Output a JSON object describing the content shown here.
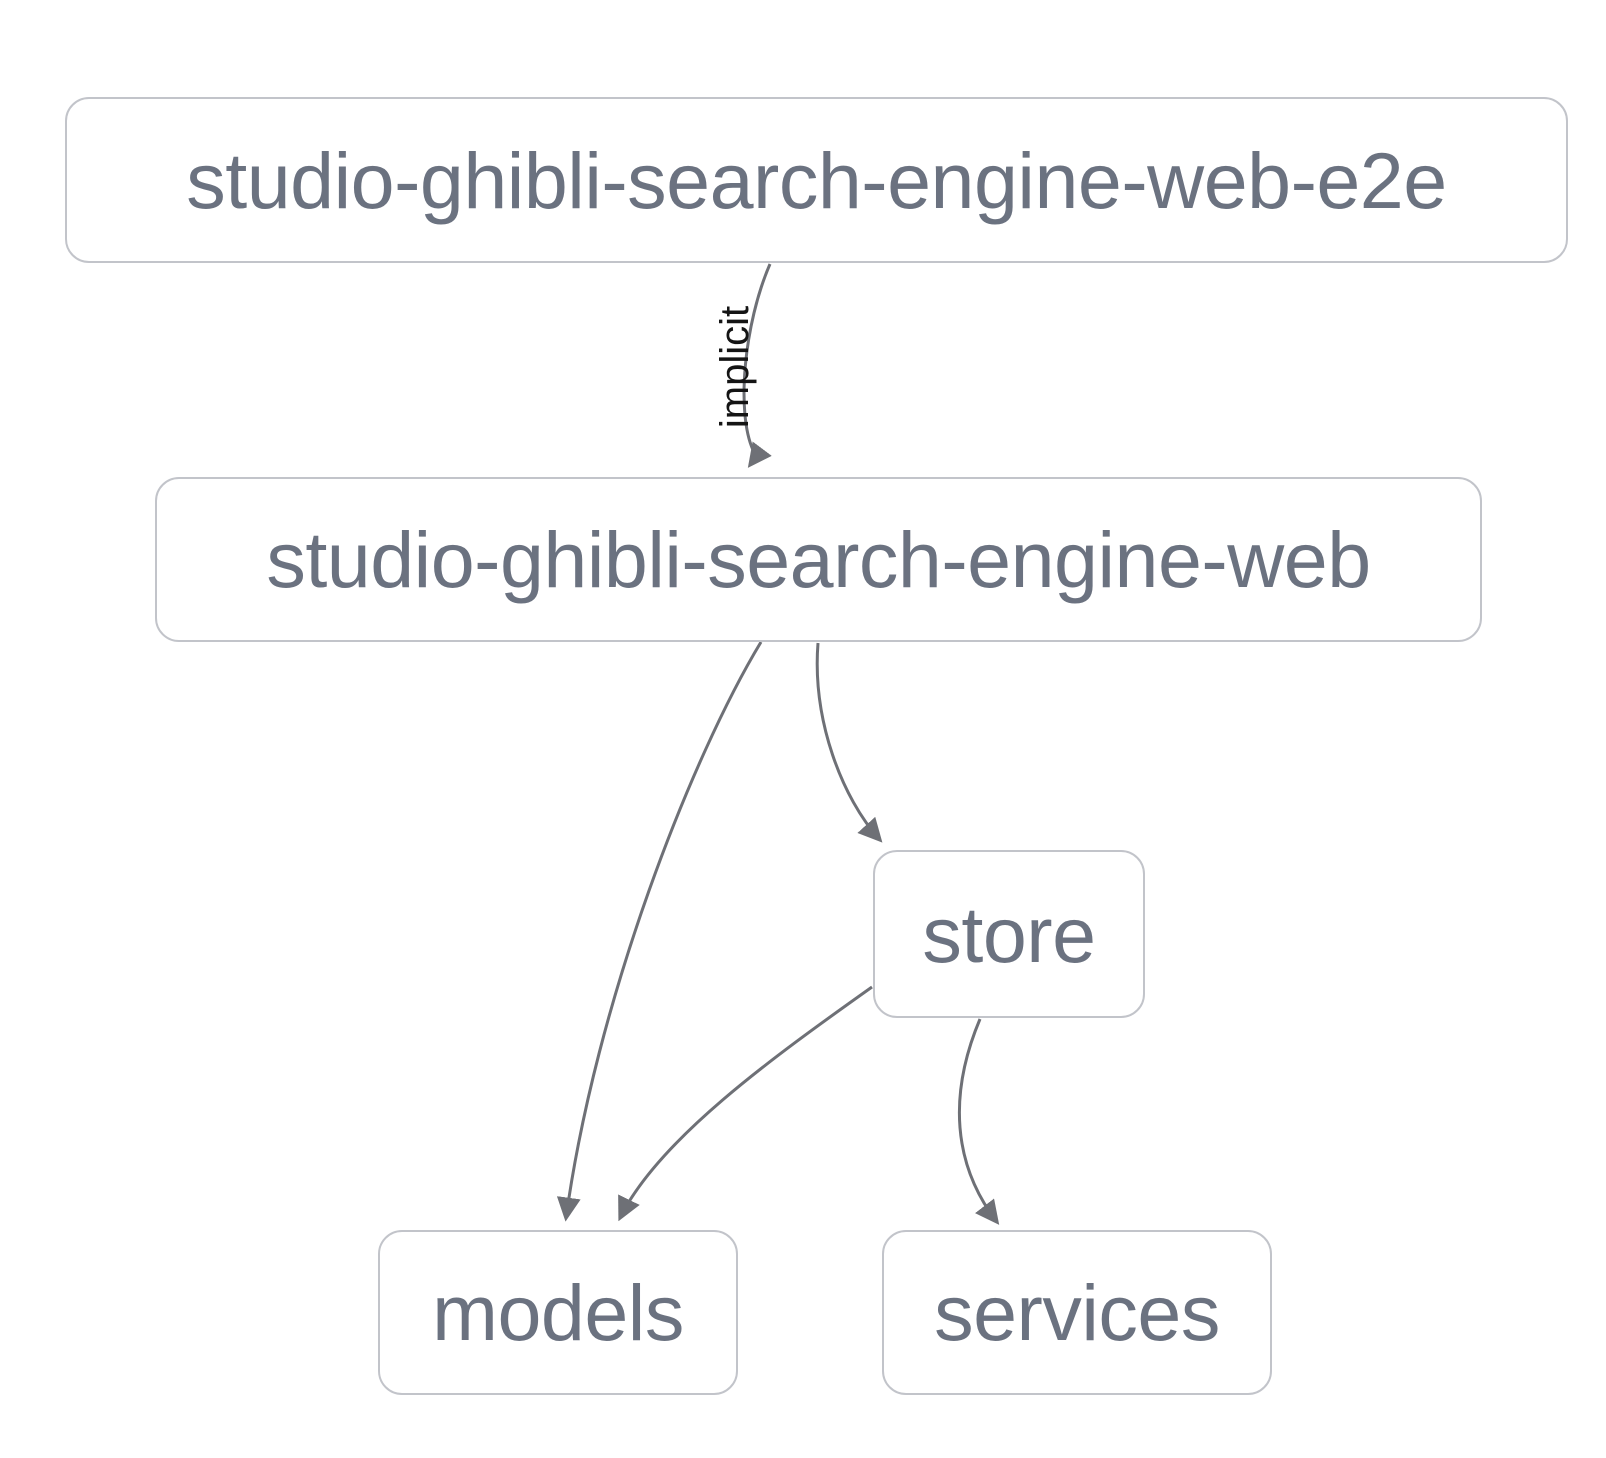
{
  "diagram": {
    "type": "dependency-graph",
    "nodes": [
      {
        "id": "e2e",
        "label": "studio-ghibli-search-engine-web-e2e"
      },
      {
        "id": "web",
        "label": "studio-ghibli-search-engine-web"
      },
      {
        "id": "store",
        "label": "store"
      },
      {
        "id": "models",
        "label": "models"
      },
      {
        "id": "services",
        "label": "services"
      }
    ],
    "edges": [
      {
        "from": "studio-ghibli-search-engine-web-e2e",
        "to": "studio-ghibli-search-engine-web",
        "label": "implicit"
      },
      {
        "from": "studio-ghibli-search-engine-web",
        "to": "models",
        "label": ""
      },
      {
        "from": "studio-ghibli-search-engine-web",
        "to": "store",
        "label": ""
      },
      {
        "from": "store",
        "to": "models",
        "label": ""
      },
      {
        "from": "store",
        "to": "services",
        "label": ""
      }
    ],
    "colors": {
      "background": "#ffffff",
      "node_border": "#c2c4ca",
      "node_text": "#6b7280",
      "edge": "#6e7076",
      "edge_label_text": "#141414"
    }
  }
}
